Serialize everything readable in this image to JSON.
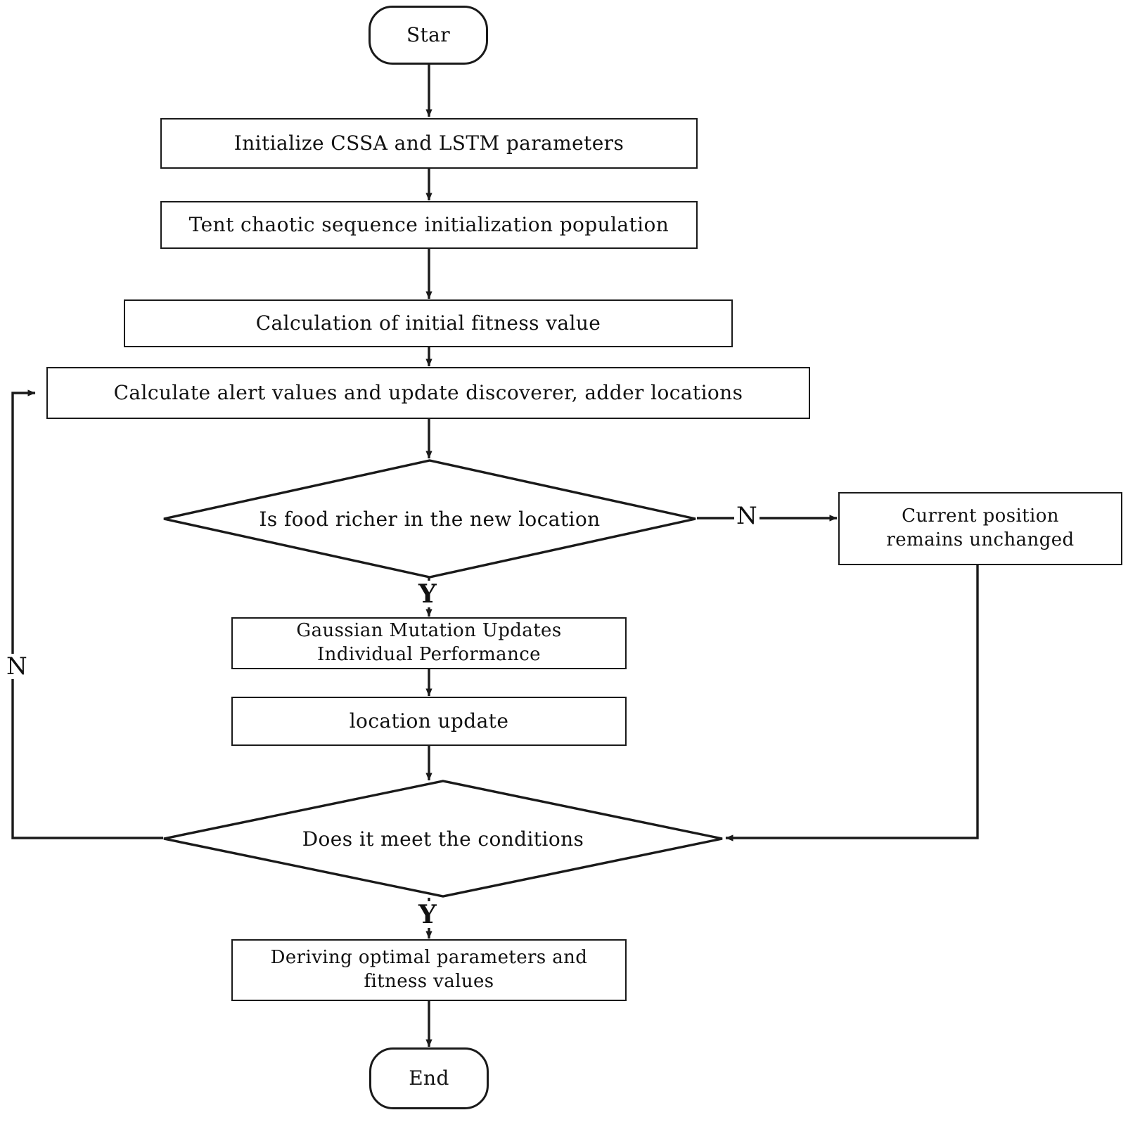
{
  "diagram": {
    "type": "flowchart",
    "title": "CSSA-LSTM optimization flowchart",
    "background_color": "#ffffff",
    "line_color": "#1a1a1a",
    "text_color": "#111111",
    "nodes": [
      {
        "id": "start",
        "shape": "terminal",
        "label": "Star"
      },
      {
        "id": "init",
        "shape": "process",
        "label": "Initialize CSSA and LSTM parameters"
      },
      {
        "id": "tent",
        "shape": "process",
        "label": "Tent chaotic sequence initialization population"
      },
      {
        "id": "fitness",
        "shape": "process",
        "label": "Calculation of initial fitness value"
      },
      {
        "id": "alert",
        "shape": "process",
        "label": "Calculate alert values and update discoverer, adder locations"
      },
      {
        "id": "food_check",
        "shape": "decision",
        "label": "Is food richer in the new location"
      },
      {
        "id": "unchanged",
        "shape": "process",
        "label": "Current position\nremains unchanged"
      },
      {
        "id": "gaussian",
        "shape": "process",
        "label": "Gaussian Mutation Updates\nIndividual Performance"
      },
      {
        "id": "loc_update",
        "shape": "process",
        "label": "location update"
      },
      {
        "id": "cond_check",
        "shape": "decision",
        "label": "Does it meet the conditions"
      },
      {
        "id": "derive",
        "shape": "process",
        "label": "Deriving optimal parameters and\nfitness values"
      },
      {
        "id": "end",
        "shape": "terminal",
        "label": "End"
      }
    ],
    "edge_labels": {
      "food_check_no": "N",
      "food_check_yes": "Y",
      "cond_check_no": "N",
      "cond_check_yes": "Y"
    },
    "edges": [
      {
        "from": "start",
        "to": "init",
        "label": ""
      },
      {
        "from": "init",
        "to": "tent",
        "label": ""
      },
      {
        "from": "tent",
        "to": "fitness",
        "label": ""
      },
      {
        "from": "fitness",
        "to": "alert",
        "label": ""
      },
      {
        "from": "alert",
        "to": "food_check",
        "label": ""
      },
      {
        "from": "food_check",
        "to": "unchanged",
        "label": "N"
      },
      {
        "from": "food_check",
        "to": "gaussian",
        "label": "Y"
      },
      {
        "from": "gaussian",
        "to": "loc_update",
        "label": ""
      },
      {
        "from": "loc_update",
        "to": "cond_check",
        "label": ""
      },
      {
        "from": "unchanged",
        "to": "cond_check",
        "label": ""
      },
      {
        "from": "cond_check",
        "to": "alert",
        "label": "N"
      },
      {
        "from": "cond_check",
        "to": "derive",
        "label": "Y"
      },
      {
        "from": "derive",
        "to": "end",
        "label": ""
      }
    ]
  }
}
